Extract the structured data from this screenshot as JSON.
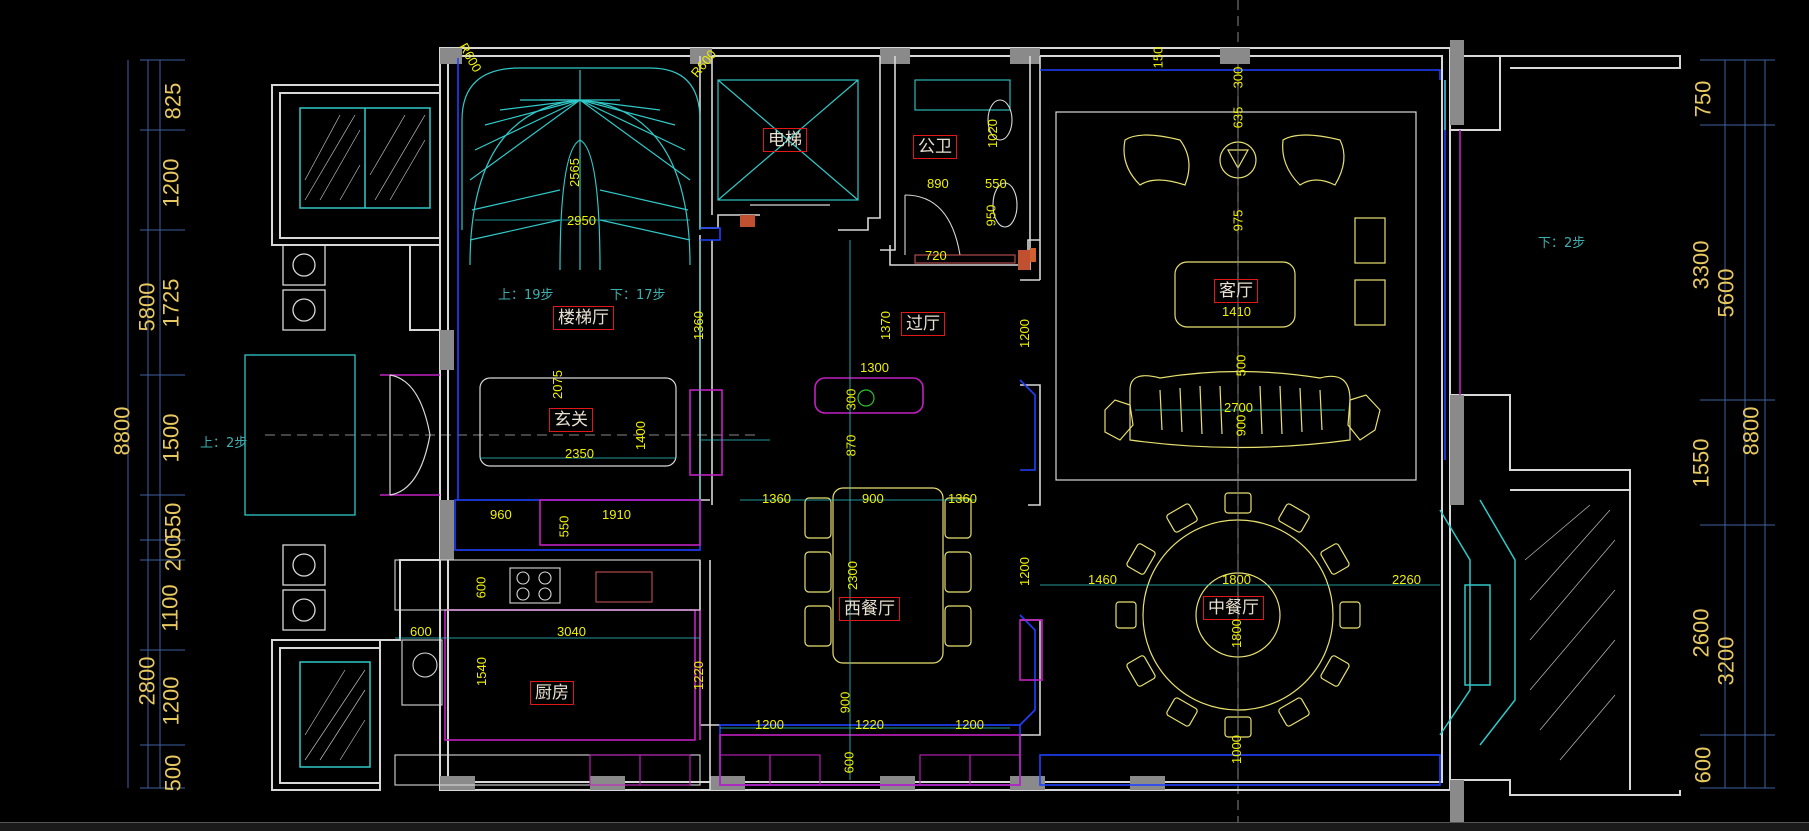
{
  "rooms": {
    "stair_hall": "楼梯厅",
    "entrance": "玄关",
    "elevator": "电梯",
    "powder_room": "公卫",
    "corridor": "过厅",
    "living_room": "客厅",
    "western_dining": "西餐厅",
    "kitchen": "厨房",
    "chinese_dining": "中餐厅"
  },
  "notes": {
    "stair_up": "上：19步",
    "stair_down": "下：17步",
    "entry_up": "上：2步",
    "terrace_down": "下：2步"
  },
  "dims_inner": {
    "r600a": "R600",
    "r600b": "R600",
    "d2565": "2565",
    "d2950": "2950",
    "d1360a": "1360",
    "d2075": "2075",
    "d2350": "2350",
    "d1400": "1400",
    "d960": "960",
    "d550a": "550",
    "d1910": "1910",
    "d1020": "1020",
    "d890": "890",
    "d550b": "550",
    "d950": "950",
    "d720": "720",
    "d1370": "1370",
    "d1300": "1300",
    "d300a": "300",
    "d870": "870",
    "d150": "150",
    "d300b": "300",
    "d635": "635",
    "d975": "975",
    "d1410": "1410",
    "d500a": "500",
    "d2700": "2700",
    "d900a": "900",
    "d1200a": "1200",
    "d1360b": "1360",
    "d900b": "900",
    "d1360c": "1360",
    "d2300": "2300",
    "d1200b": "1200",
    "d1460": "1460",
    "d1800a": "1800",
    "d2260": "2260",
    "d1800b": "1800",
    "d1000": "1000",
    "d600a": "600",
    "d600b": "600",
    "d3040": "3040",
    "d1540": "1540",
    "d1220a": "1220",
    "d1200c": "1200",
    "d1220b": "1220",
    "d1200d": "1200",
    "d900c": "900",
    "d600c": "600"
  },
  "dims_left": {
    "a825": "825",
    "a1200": "1200",
    "a1725": "1725",
    "a1500": "1500",
    "a550": "550",
    "a200": "200",
    "a1100": "1100",
    "a1200b": "1200",
    "a500": "500",
    "b5800": "5800",
    "b2800": "2800",
    "c8800": "8800"
  },
  "dims_right": {
    "a750": "750",
    "a3300": "3300",
    "a1550": "1550",
    "a2600": "2600",
    "a600": "600",
    "b5600": "5600",
    "b3200": "3200",
    "c8800": "8800"
  },
  "colors": {
    "wall": "#d8d8d8",
    "accent_magenta": "#c020c0",
    "blue_line": "#2040ff",
    "cyan": "#30c8c8",
    "dimension": "#f0f000",
    "furniture": "#e8e070",
    "label_border": "#e01818"
  }
}
